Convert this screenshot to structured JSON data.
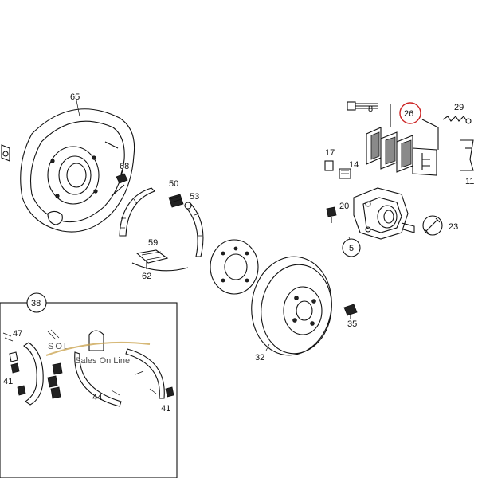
{
  "parts": {
    "shield": "65",
    "shield_bolt": "68",
    "parking_shoes": "50",
    "adjuster_nut": "53",
    "spreader": "59",
    "spreader_bolt": "62",
    "pin_8": "8",
    "pads": "26",
    "spring_29": "29",
    "clip_11": "11",
    "bleeder_17": "17",
    "bleeder_14": "14",
    "caliper_bolt": "20",
    "caliper": "5",
    "wrench": "23",
    "disc": "32",
    "disc_bolt": "35",
    "kit": "38",
    "kit_47": "47",
    "kit_41a": "41",
    "kit_44": "44",
    "kit_41b": "41"
  },
  "highlight": {
    "part": "26",
    "color": "#cc2222"
  },
  "watermark": {
    "logo": "SOL",
    "tagline": "Sales On Line",
    "color": "#3b4f9e"
  }
}
